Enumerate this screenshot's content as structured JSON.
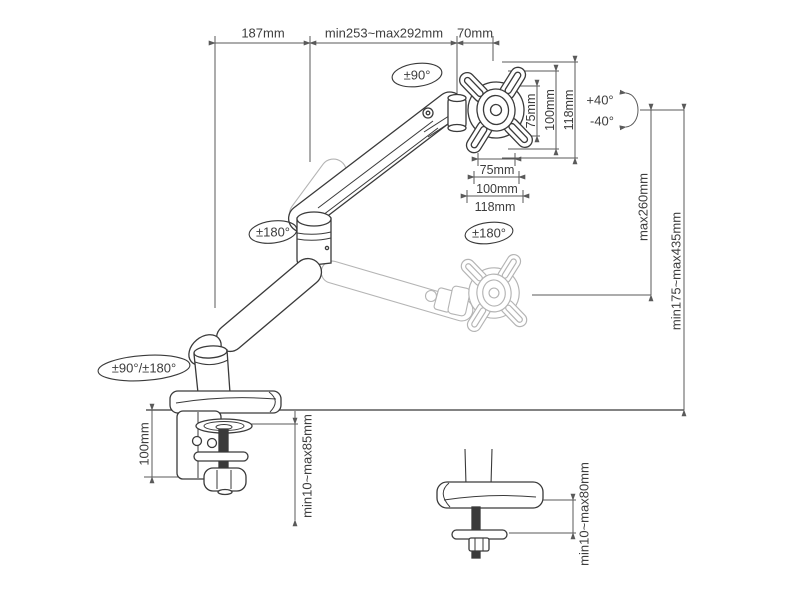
{
  "diagram": {
    "type": "monitor-arm-technical-drawing",
    "colors": {
      "line": "#3a3a3a",
      "ghost": "#b4b4b4",
      "dimension": "#5a5a5a",
      "text": "#3d3d3d",
      "background": "#ffffff"
    },
    "labels": {
      "top_reach_base": "187mm",
      "top_reach_arm": "min253~max292mm",
      "top_reach_head": "70mm",
      "head_swivel": "±90°",
      "vesa_vertical_75": "75mm",
      "vesa_vertical_100": "100mm",
      "vesa_vertical_118": "118mm",
      "tilt_up": "+40°",
      "tilt_down": "-40°",
      "vesa_horizontal_75": "75mm",
      "vesa_horizontal_100": "100mm",
      "vesa_horizontal_118": "118mm",
      "elbow_rotation": "±180°",
      "head_rotation": "±180°",
      "lift_range": "max260mm",
      "height_range": "min175~max435mm",
      "base_rotation": "±90°/±180°",
      "clamp_height": "100mm",
      "clamp_desk_thickness": "min10~max85mm",
      "grommet_desk_thickness": "min10~max80mm"
    }
  }
}
